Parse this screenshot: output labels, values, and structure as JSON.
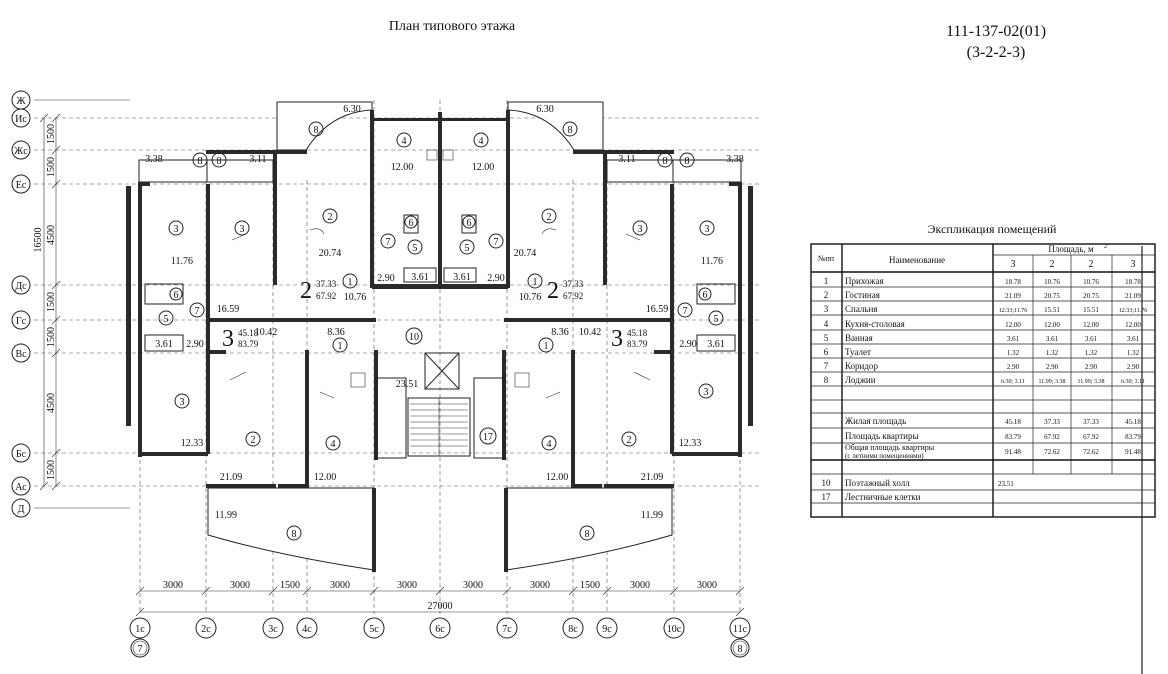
{
  "header": {
    "title": "План типового этажа",
    "project_code": "111-137-02(01)",
    "config": "(3-2-2-3)"
  },
  "rows": [
    {
      "label": "Ж"
    },
    {
      "label": "Ис"
    },
    {
      "label": "Жс"
    },
    {
      "label": "Ес"
    },
    {
      "label": "Дс"
    },
    {
      "label": "Гс"
    },
    {
      "label": "Вс"
    },
    {
      "label": "Бс"
    },
    {
      "label": "Ас"
    },
    {
      "label": "Д"
    }
  ],
  "left_dims": {
    "segments": [
      "1500",
      "1500",
      "4500",
      "1500",
      "1500",
      "4500",
      "1500"
    ],
    "total": "16500"
  },
  "bottom_dims": {
    "segments": [
      "3000",
      "3000",
      "1500",
      "3000",
      "3000",
      "3000",
      "3000",
      "1500",
      "3000",
      "3000"
    ],
    "total": "27000"
  },
  "columns": [
    {
      "label": "1с"
    },
    {
      "label": "2с"
    },
    {
      "label": "3с"
    },
    {
      "label": "4с"
    },
    {
      "label": "5с"
    },
    {
      "label": "6с"
    },
    {
      "label": "7с"
    },
    {
      "label": "8с"
    },
    {
      "label": "9с"
    },
    {
      "label": "10с"
    },
    {
      "label": "11с"
    }
  ],
  "column_extra": {
    "first": "7",
    "last": "8"
  },
  "plan": {
    "areas": {
      "a630": "6.30",
      "a338": "3.38",
      "a311": "3.11",
      "a1200": "12.00",
      "a1176": "11.76",
      "a2074": "20.74",
      "a1659": "16.59",
      "a1076": "10.76",
      "a290": "2.90",
      "a361": "3.61",
      "a1042": "10.42",
      "a836": "8.36",
      "a2351": "23.51",
      "a1233": "12.33",
      "a2109": "21.09",
      "a1199": "11.99"
    },
    "apt3": {
      "num": "3",
      "living": "45.18",
      "total": "83.79"
    },
    "apt2": {
      "num": "2",
      "living": "37.33",
      "total": "67.92"
    },
    "codes": [
      "1",
      "2",
      "3",
      "4",
      "5",
      "6",
      "7",
      "8",
      "10",
      "17"
    ]
  },
  "explication": {
    "title": "Экспликация помещений",
    "col_no": "№пп",
    "col_name": "Наименование",
    "col_area": "Площадь, м",
    "col_area_sup": "2",
    "apt_types": [
      "3",
      "2",
      "2",
      "3"
    ],
    "rows": [
      {
        "no": "1",
        "name": "Прихожая",
        "v": [
          "18.78",
          "10.76",
          "10.76",
          "18.78"
        ]
      },
      {
        "no": "2",
        "name": "Гостиная",
        "v": [
          "21.09",
          "20.75",
          "20.75",
          "21.09"
        ]
      },
      {
        "no": "3",
        "name": "Спальня",
        "v": [
          "12.33;11.76",
          "15.51",
          "15.51",
          "12.33;11.76"
        ]
      },
      {
        "no": "4",
        "name": "Кухня-столовая",
        "v": [
          "12.00",
          "12.00",
          "12.00",
          "12.00"
        ]
      },
      {
        "no": "5",
        "name": "Ванная",
        "v": [
          "3.61",
          "3.61",
          "3.61",
          "3.61"
        ]
      },
      {
        "no": "6",
        "name": "Туалет",
        "v": [
          "1.32",
          "1.32",
          "1.32",
          "1.32"
        ]
      },
      {
        "no": "7",
        "name": "Коридор",
        "v": [
          "2.90",
          "2.90",
          "2.90",
          "2.90"
        ]
      },
      {
        "no": "8",
        "name": "Лоджии",
        "v": [
          "6.30; 3.11",
          "11.99; 3.38",
          "11.99; 3.38",
          "6.30; 3.11"
        ]
      }
    ],
    "summary": [
      {
        "name": "Жилая площадь",
        "v": [
          "45.18",
          "37.33",
          "37.33",
          "45.18"
        ]
      },
      {
        "name": "Площадь квартиры",
        "v": [
          "83.79",
          "67.92",
          "67.92",
          "83.79"
        ]
      },
      {
        "name": "Общая площадь квартиры",
        "name2": "(с летними помещениями)",
        "v": [
          "91.48",
          "72.62",
          "72.62",
          "91.48"
        ]
      }
    ],
    "common": [
      {
        "no": "10",
        "name": "Поэтажный холл",
        "v": "23.51"
      },
      {
        "no": "17",
        "name": "Лестничные клетки",
        "v": ""
      }
    ]
  }
}
